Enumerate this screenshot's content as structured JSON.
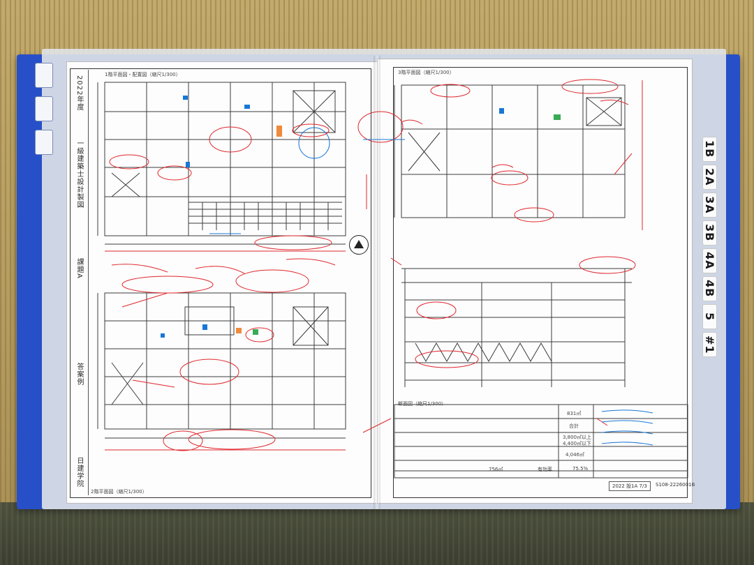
{
  "scene": {
    "background": "tatami-mat",
    "folder_color": "#2750c8",
    "pen_red": "#e0262c",
    "pen_blue": "#1877d6"
  },
  "index_tabs": [
    "1B",
    "2A",
    "3A",
    "3B",
    "4A",
    "4B",
    "5",
    "#1"
  ],
  "left_sheet": {
    "vertical_titles": [
      "2022年度",
      "一級建築士設計製図",
      "課題A",
      "答案例"
    ],
    "school": "日建学院",
    "plan_upper_caption": "1階平面図・配置図（縮尺1/300）",
    "plan_lower_caption": "2階平面図（縮尺1/300）"
  },
  "right_sheet": {
    "plan_caption": "3階平面図（縮尺1/300）",
    "section_caption": "断面図（縮尺1/300）",
    "area_table": {
      "total_label": "合計",
      "row_values": [
        "831㎡",
        "3,800㎡以上",
        "4,400㎡以下",
        "4,046㎡"
      ],
      "footer_label": "有効率",
      "footer_values": [
        "756㎡",
        "75.5%"
      ]
    },
    "sheet_no": "2022 設1A 7/3",
    "code": "S108-2226001B"
  }
}
